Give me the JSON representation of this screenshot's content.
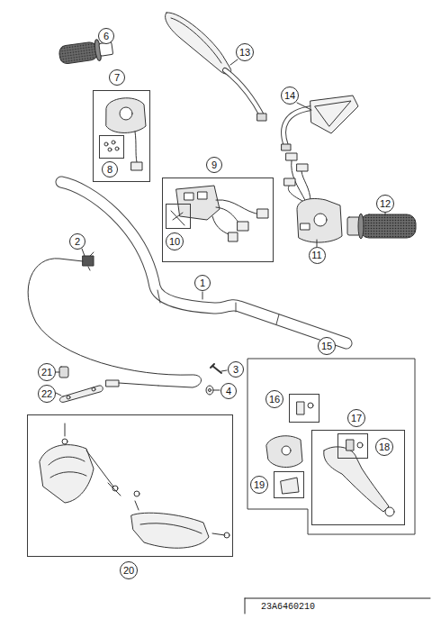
{
  "diagram": {
    "nodes": [
      {
        "text": [
          "7"
        ]
      },
      {
        "text": [
          "8"
        ],
        "in": 0
      },
      {
        "text": [
          "9"
        ]
      },
      {
        "text": [
          "10"
        ],
        "in": 2
      },
      {
        "text": [
          "15"
        ]
      },
      {
        "text": [
          "16"
        ],
        "in": 4
      },
      {
        "text": [
          "17"
        ],
        "in": 4
      },
      {
        "text": [
          "18"
        ],
        "in": 6
      },
      {
        "text": [
          "19"
        ],
        "in": 4
      },
      {
        "text": [
          "20"
        ]
      }
    ],
    "labels": [
      "6",
      "13",
      "14",
      "11",
      "12",
      "2",
      "1",
      "3",
      "21",
      "4",
      "22",
      "23A6460210"
    ]
  }
}
